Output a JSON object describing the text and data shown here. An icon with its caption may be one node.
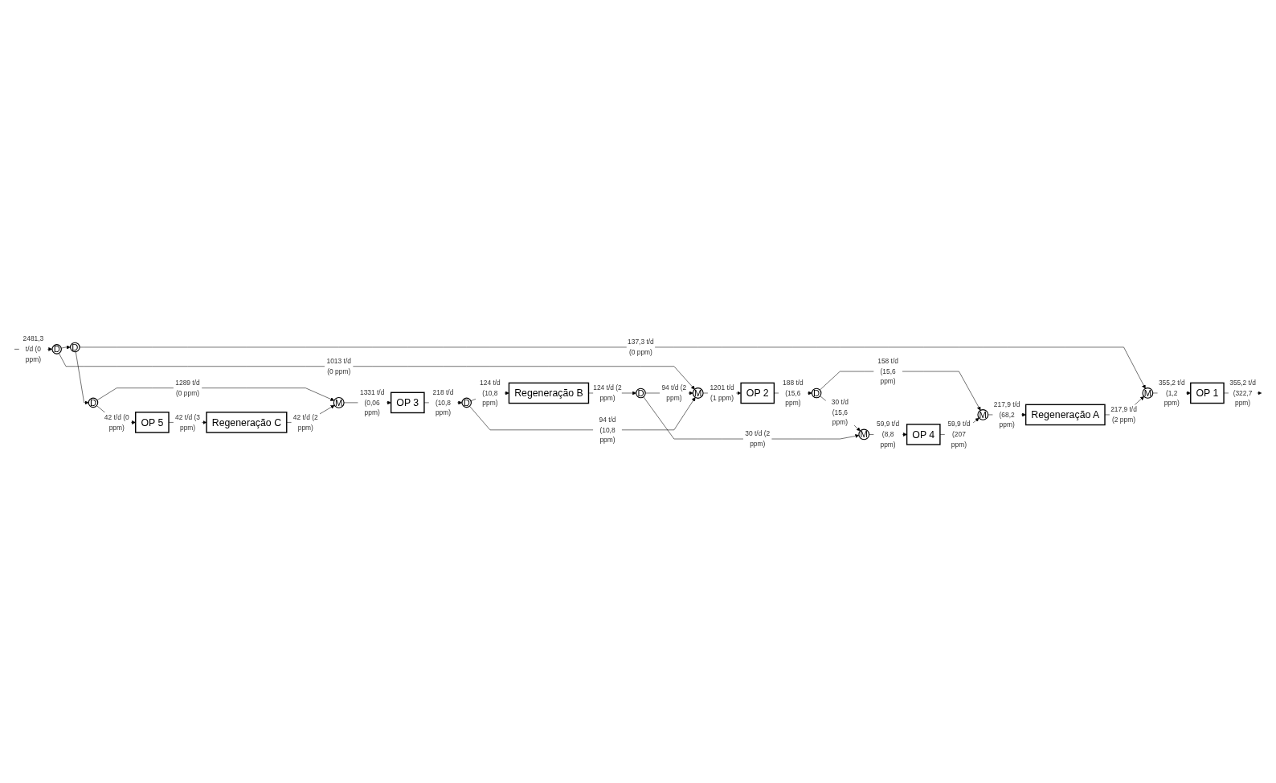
{
  "diagram": {
    "nodes": [
      {
        "text": [
          "D"
        ]
      },
      {
        "text": [
          "D"
        ]
      },
      {
        "text": [
          "M"
        ]
      },
      {
        "text": [
          "OP 1"
        ]
      },
      {
        "text": [
          "Regeneração A"
        ]
      },
      {
        "text": [
          "M"
        ]
      },
      {
        "text": [
          "D"
        ]
      },
      {
        "text": [
          "OP 2"
        ]
      },
      {
        "text": [
          "M"
        ]
      },
      {
        "text": [
          "OP 4"
        ]
      },
      {
        "text": [
          "M"
        ]
      },
      {
        "text": [
          "D"
        ]
      },
      {
        "text": [
          "D"
        ]
      },
      {
        "text": [
          "M"
        ]
      },
      {
        "text": [
          "OP 3"
        ]
      },
      {
        "text": [
          "D"
        ]
      },
      {
        "text": [
          "Regeneração B"
        ]
      },
      {
        "text": [
          "OP 5"
        ]
      },
      {
        "text": [
          "Regeneração C"
        ]
      }
    ],
    "edges": [
      {
        "from": null,
        "to": 0,
        "arrow": "to",
        "label": "2481,3 t/d (0 ppm)"
      },
      {
        "from": 0,
        "to": 8,
        "arrow": "to",
        "label": "1013 t/d (0 ppm)"
      },
      {
        "from": 0,
        "to": 1,
        "arrow": "to"
      },
      {
        "from": 1,
        "to": 2,
        "arrow": "to",
        "label": "137,3 t/d (0 ppm)"
      },
      {
        "from": 2,
        "to": 3,
        "arrow": "to",
        "label": "355,2 t/d (1,2 ppm)"
      },
      {
        "from": 3,
        "to": null,
        "arrow": "to",
        "label": "355,2 t/d (322,7 ppm)"
      },
      {
        "from": 4,
        "to": 2,
        "arrow": "to",
        "label": "217,9 t/d (2 ppm)"
      },
      {
        "from": 5,
        "to": 4,
        "arrow": "to",
        "label": "217,9 t/d (68,2 ppm)"
      },
      {
        "from": 6,
        "to": 5,
        "arrow": "to",
        "label": "158 t/d (15,6 ppm)"
      },
      {
        "from": 7,
        "to": 6,
        "arrow": "to",
        "label": "188 t/d (15,6 ppm)"
      },
      {
        "from": 8,
        "to": 7,
        "arrow": "to",
        "label": "1201 t/d (1 ppm)"
      },
      {
        "from": 9,
        "to": 5,
        "arrow": "to",
        "label": "59,9 t/d (207 ppm)"
      },
      {
        "from": 6,
        "to": 10,
        "arrow": "to",
        "label": "30 t/d (15,6 ppm)"
      },
      {
        "from": 10,
        "to": 9,
        "arrow": "to",
        "label": "59,9 t/d (8,8 ppm)"
      },
      {
        "from": 11,
        "to": 10,
        "arrow": "to",
        "label": "30 t/d (2 ppm)"
      },
      {
        "from": 11,
        "to": 8,
        "arrow": "to",
        "label": "94 t/d (2 ppm)"
      },
      {
        "from": 16,
        "to": 11,
        "arrow": "to",
        "label": "124 t/d (2 ppm)"
      },
      {
        "from": 1,
        "to": 12,
        "arrow": "to"
      },
      {
        "from": 12,
        "to": 13,
        "arrow": "to",
        "label": "1289 t/d (0 ppm)"
      },
      {
        "from": 13,
        "to": 14,
        "arrow": "to",
        "label": "1331 t/d (0,06 ppm)"
      },
      {
        "from": 14,
        "to": 15,
        "arrow": "to",
        "label": "218 t/d (10,8 ppm)"
      },
      {
        "from": 15,
        "to": 16,
        "arrow": "to",
        "label": "124 t/d (10,8 ppm)"
      },
      {
        "from": 15,
        "to": 8,
        "arrow": "to",
        "label": "94 t/d (10,8 ppm)"
      },
      {
        "from": 12,
        "to": 17,
        "arrow": "to",
        "label": "42 t/d (0 ppm)"
      },
      {
        "from": 17,
        "to": 18,
        "arrow": "to",
        "label": "42 t/d (3 ppm)"
      },
      {
        "from": 18,
        "to": 13,
        "arrow": "to",
        "label": "42 t/d (2 ppm)"
      }
    ]
  }
}
